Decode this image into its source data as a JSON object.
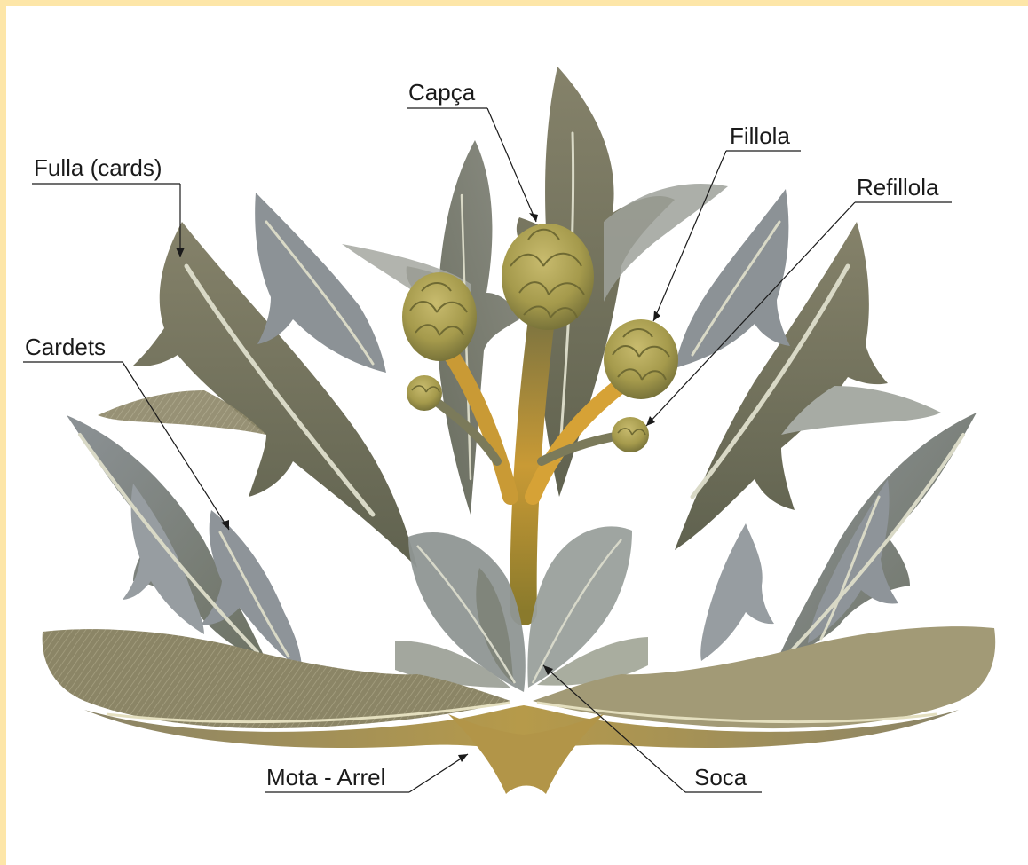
{
  "colors": {
    "border": "#fde6a8",
    "background": "#ffffff",
    "leaf_dark": "#6f7463",
    "leaf_olive": "#7e7d60",
    "leaf_grey": "#8c9296",
    "leaf_light": "#a7aba4",
    "vein": "#dcdcc8",
    "stem": "#b08a2e",
    "stem_bright": "#d6a236",
    "head_dark": "#7f7a35",
    "head_light": "#bfb266",
    "base_tan": "#a89a62"
  },
  "labels": {
    "capca": "Capça",
    "fillola": "Fillola",
    "refillola": "Refillola",
    "fulla": "Fulla (cards)",
    "cardets": "Cardets",
    "mota_arrel": "Mota - Arrel",
    "soca": "Soca"
  }
}
